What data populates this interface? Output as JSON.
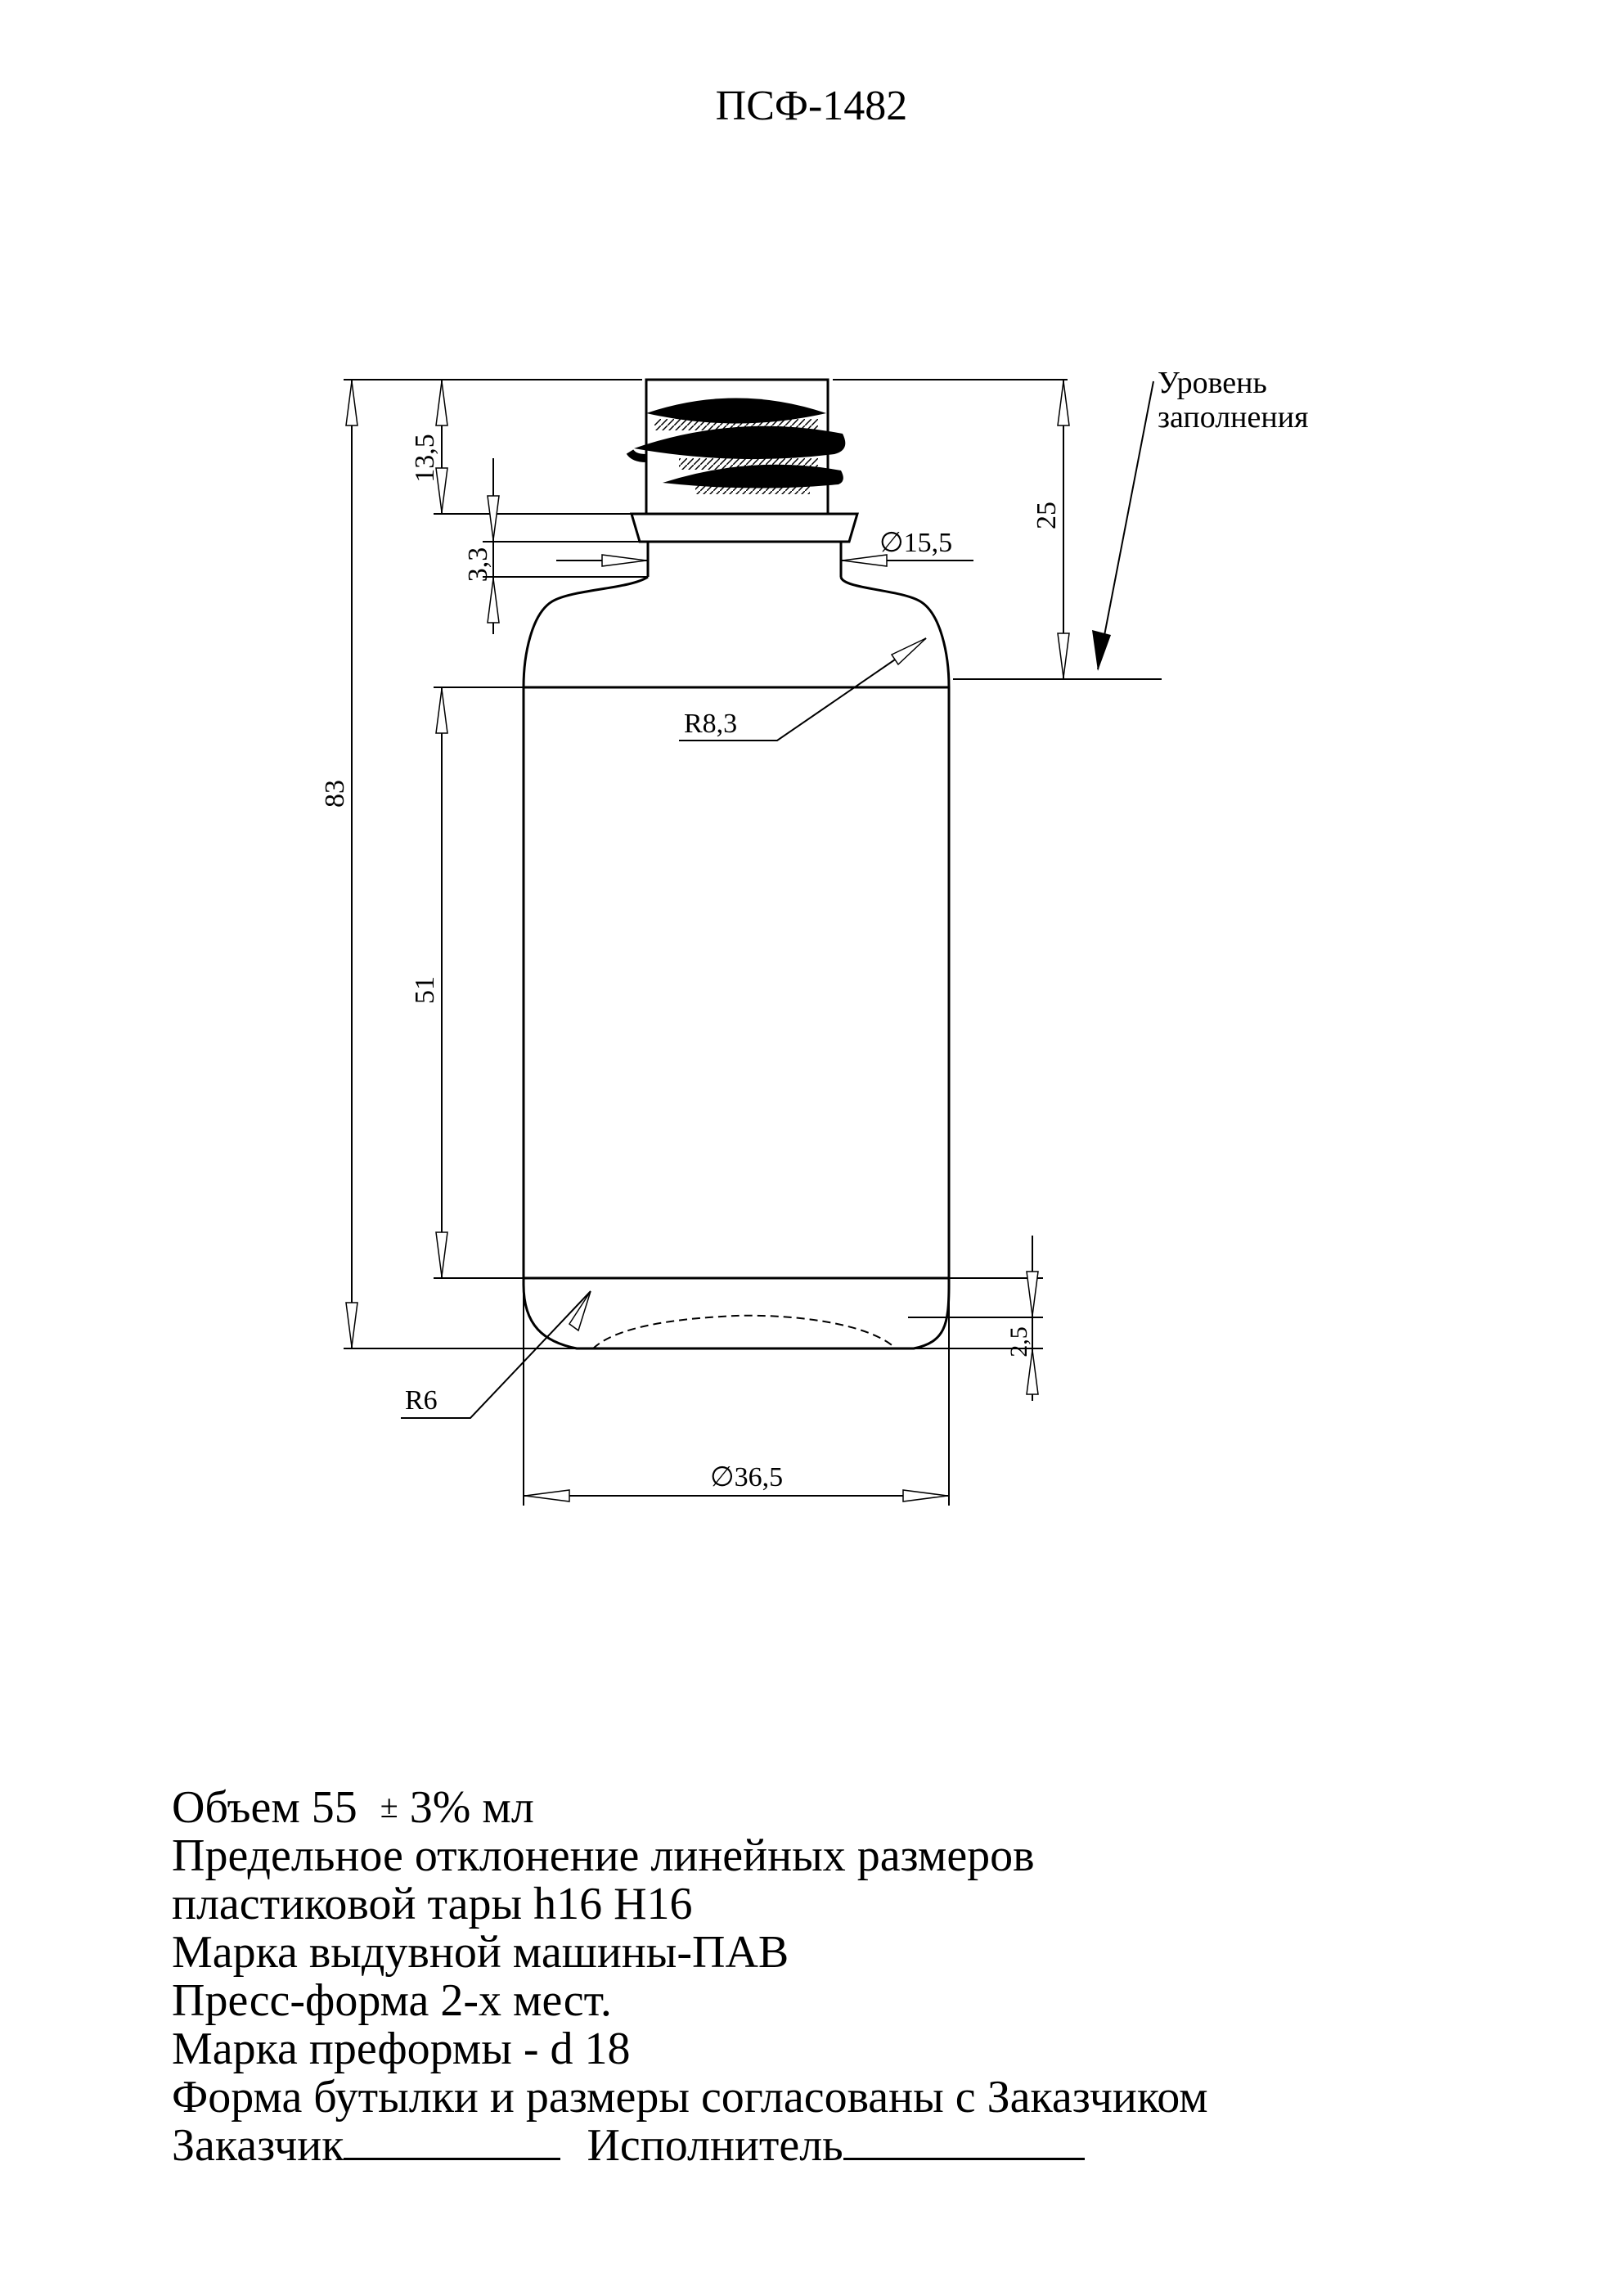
{
  "title": "ПСФ-1482",
  "dimensions": {
    "total_height": "83",
    "neck_height": "13,5",
    "collar_height": "3,3",
    "neck_diameter": "∅15,5",
    "fill_depth": "25",
    "fill_level_label_1": "Уровень",
    "fill_level_label_2": "заполнения",
    "shoulder_radius": "R8,3",
    "body_height": "51",
    "bottom_radius": "R6",
    "base_recess": "2,5",
    "body_diameter": "∅36,5"
  },
  "notes": {
    "volume_prefix": "Объем 55  ",
    "volume_pm": "±",
    "volume_suffix": " 3% мл",
    "line2": "Предельное отклонение линейных размеров",
    "line3": "пластиковой тары h16 H16",
    "line4": "Марка выдувной машины-ПАВ",
    "line5": "Пресс-форма 2-х мест.",
    "line6": "Марка преформы - d 18",
    "line7": "Форма бутылки и размеры согласованы с Заказчиком",
    "customer_label": "Заказчик",
    "contractor_label": "Исполнитель"
  }
}
